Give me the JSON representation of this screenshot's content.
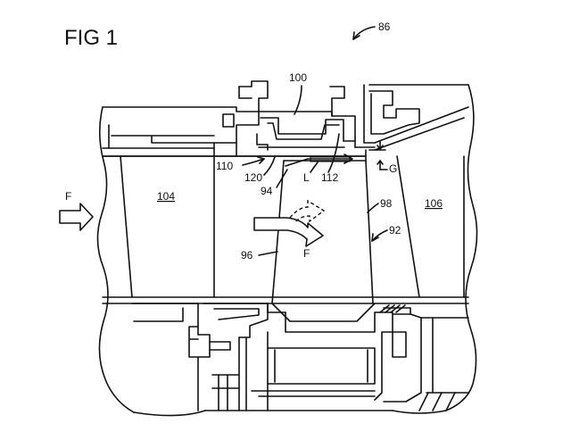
{
  "figure": {
    "title": "FIG  1",
    "labels": {
      "l86": "86",
      "l100": "100",
      "l104": "104",
      "l106": "106",
      "l110": "110",
      "l120": "120",
      "l94": "94",
      "l112": "112",
      "lL": "L",
      "lG": "G",
      "l98": "98",
      "l92": "92",
      "l96": "96",
      "lF_left": "F",
      "lF_mid": "F"
    }
  }
}
